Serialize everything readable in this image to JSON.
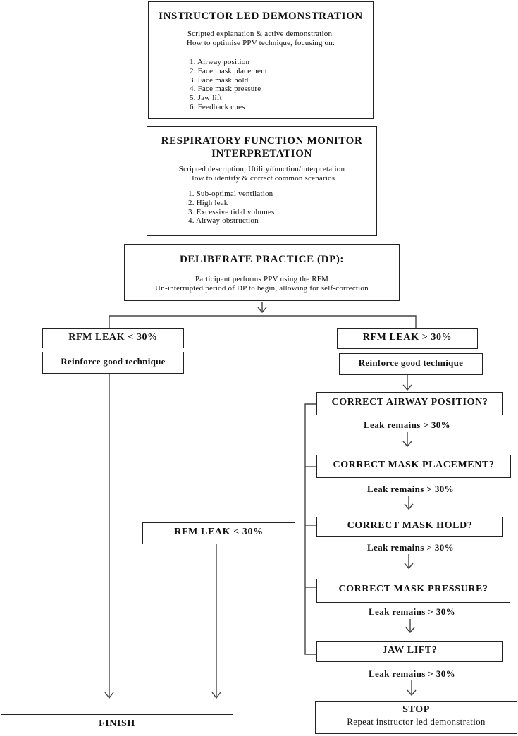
{
  "demo": {
    "title": "INSTRUCTOR LED DEMONSTRATION",
    "desc1": "Scripted explanation & active demonstration.",
    "desc2": "How to optimise PPV technique, focusing on:",
    "items": [
      "1. Airway position",
      "2. Face mask placement",
      "3. Face mask hold",
      "4. Face mask pressure",
      "5. Jaw lift",
      "6. Feedback cues"
    ]
  },
  "rfm": {
    "title1": "RESPIRATORY FUNCTION MONITOR",
    "title2": "INTERPRETATION",
    "desc1": "Scripted description; Utility/function/interpretation",
    "desc2": "How to identify & correct common scenarios",
    "items": [
      "1. Sub-optimal ventilation",
      "2. High leak",
      "3. Excessive tidal volumes",
      "4. Airway obstruction"
    ]
  },
  "dp": {
    "title": "DELIBERATE PRACTICE (DP):",
    "desc1": "Participant performs PPV using the RFM",
    "desc2": "Un-interrupted period of DP to begin, allowing for self-correction"
  },
  "left": {
    "leak": "RFM LEAK < 30%",
    "reinforce": "Reinforce good technique"
  },
  "right": {
    "leak": "RFM LEAK > 30%",
    "reinforce": "Reinforce good technique"
  },
  "steps": [
    {
      "title": "CORRECT AIRWAY POSITION?",
      "remains": "Leak remains > 30%"
    },
    {
      "title": "CORRECT MASK PLACEMENT?",
      "remains": "Leak remains > 30%"
    },
    {
      "title": "CORRECT MASK HOLD?",
      "remains": "Leak remains > 30%"
    },
    {
      "title": "CORRECT MASK PRESSURE?",
      "remains": "Leak remains > 30%"
    },
    {
      "title": "JAW LIFT?",
      "remains": "Leak remains > 30%"
    }
  ],
  "mid_leak": "RFM LEAK < 30%",
  "finish": "FINISH",
  "stop": {
    "title": "STOP",
    "desc": "Repeat instructor led demonstration"
  }
}
